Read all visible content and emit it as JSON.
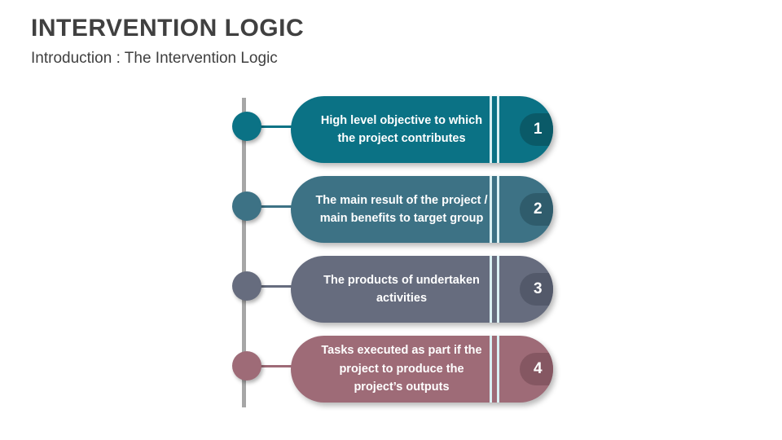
{
  "header": {
    "title": "INTERVENTION LOGIC",
    "subtitle": "Introduction : The Intervention Logic"
  },
  "colors": {
    "background": "#ffffff",
    "title_text": "#404040",
    "subtitle_text": "#3f3f3f",
    "spine": "#a6a6a6",
    "divider": "#d9f0f3"
  },
  "diagram": {
    "type": "vertical-stepped-pill-list",
    "spine_label": "vertical-timeline-spine",
    "steps": [
      {
        "number": "1",
        "text": "High level objective to which the project contributes",
        "color": "#0b7285",
        "badge_color": "#0a5a68",
        "dot_color": "#0b7285",
        "connector_color": "#0b7285"
      },
      {
        "number": "2",
        "text": "The main result of the project / main benefits to target group",
        "color": "#3d7285",
        "badge_color": "#2f5c6c",
        "dot_color": "#3d7285",
        "connector_color": "#3d7285"
      },
      {
        "number": "3",
        "text": "The products of undertaken activities",
        "color": "#666c7e",
        "badge_color": "#53596a",
        "dot_color": "#666c7e",
        "connector_color": "#666c7e"
      },
      {
        "number": "4",
        "text": "Tasks executed as part if the project to produce the project’s outputs",
        "color": "#9e6b77",
        "badge_color": "#855762",
        "dot_color": "#9e6b77",
        "connector_color": "#9e6b77"
      }
    ]
  }
}
